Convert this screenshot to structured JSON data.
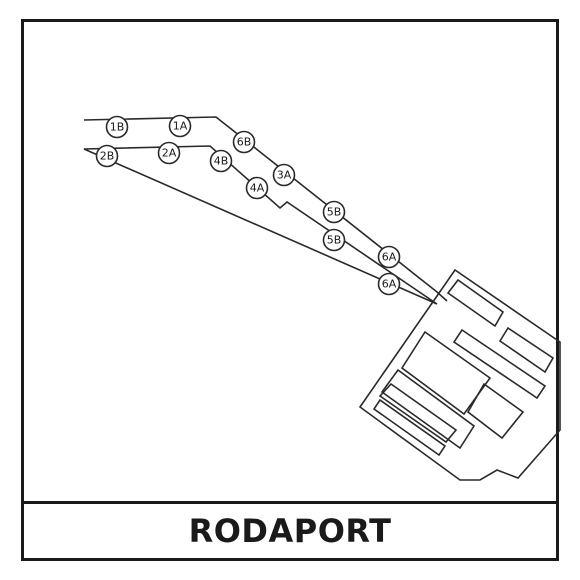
{
  "station": {
    "name": "RODAPORT"
  },
  "map": {
    "stops": [
      {
        "label": "1B"
      },
      {
        "label": "1A"
      },
      {
        "label": "2B"
      },
      {
        "label": "2A"
      },
      {
        "label": "6B"
      },
      {
        "label": "4B"
      },
      {
        "label": "3A"
      },
      {
        "label": "4A"
      },
      {
        "label": "5B"
      },
      {
        "label": "5B"
      },
      {
        "label": "6A"
      },
      {
        "label": "6A"
      }
    ]
  }
}
